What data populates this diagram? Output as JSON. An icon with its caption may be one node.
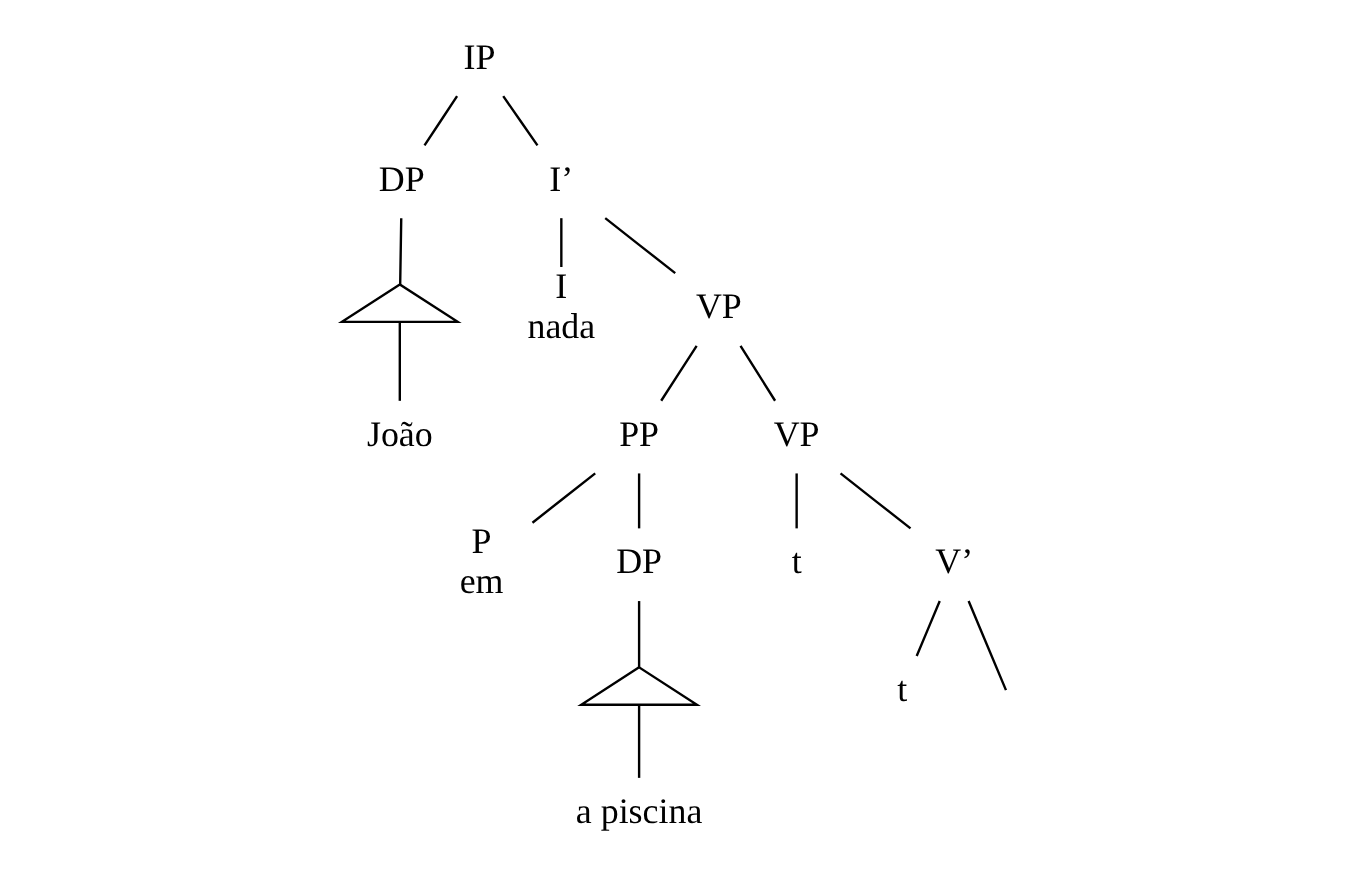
{
  "diagram": {
    "nodes": [
      {
        "text": [
          "IP"
        ]
      },
      {
        "text": [
          "DP"
        ]
      },
      {
        "text": [
          "I’"
        ]
      },
      {
        "text": [],
        "shape": "triangle"
      },
      {
        "text": [
          "João"
        ]
      },
      {
        "text": [
          "I",
          "nada"
        ]
      },
      {
        "text": [
          "VP"
        ]
      },
      {
        "text": [
          "PP"
        ]
      },
      {
        "text": [
          "VP"
        ]
      },
      {
        "text": [
          "P",
          "em"
        ]
      },
      {
        "text": [
          "DP"
        ]
      },
      {
        "text": [],
        "shape": "triangle"
      },
      {
        "text": [
          "a piscina"
        ]
      },
      {
        "text": [
          "t"
        ]
      },
      {
        "text": [
          "V’"
        ]
      },
      {
        "text": [
          "t"
        ]
      }
    ],
    "edges": [
      {
        "from": 0,
        "to": 1,
        "arrow": "none"
      },
      {
        "from": 0,
        "to": 2,
        "arrow": "none"
      },
      {
        "from": 1,
        "to": 3,
        "arrow": "none"
      },
      {
        "from": 3,
        "to": 4,
        "arrow": "none"
      },
      {
        "from": 2,
        "to": 5,
        "arrow": "none"
      },
      {
        "from": 2,
        "to": 6,
        "arrow": "none"
      },
      {
        "from": 6,
        "to": 7,
        "arrow": "none"
      },
      {
        "from": 6,
        "to": 8,
        "arrow": "none"
      },
      {
        "from": 7,
        "to": 9,
        "arrow": "none"
      },
      {
        "from": 7,
        "to": 10,
        "arrow": "none"
      },
      {
        "from": 10,
        "to": 11,
        "arrow": "none"
      },
      {
        "from": 11,
        "to": 12,
        "arrow": "none"
      },
      {
        "from": 8,
        "to": 13,
        "arrow": "none"
      },
      {
        "from": 8,
        "to": 14,
        "arrow": "none"
      },
      {
        "from": 14,
        "to": 15,
        "arrow": "none"
      },
      {
        "from": 14,
        "to": null,
        "arrow": "none"
      }
    ]
  }
}
